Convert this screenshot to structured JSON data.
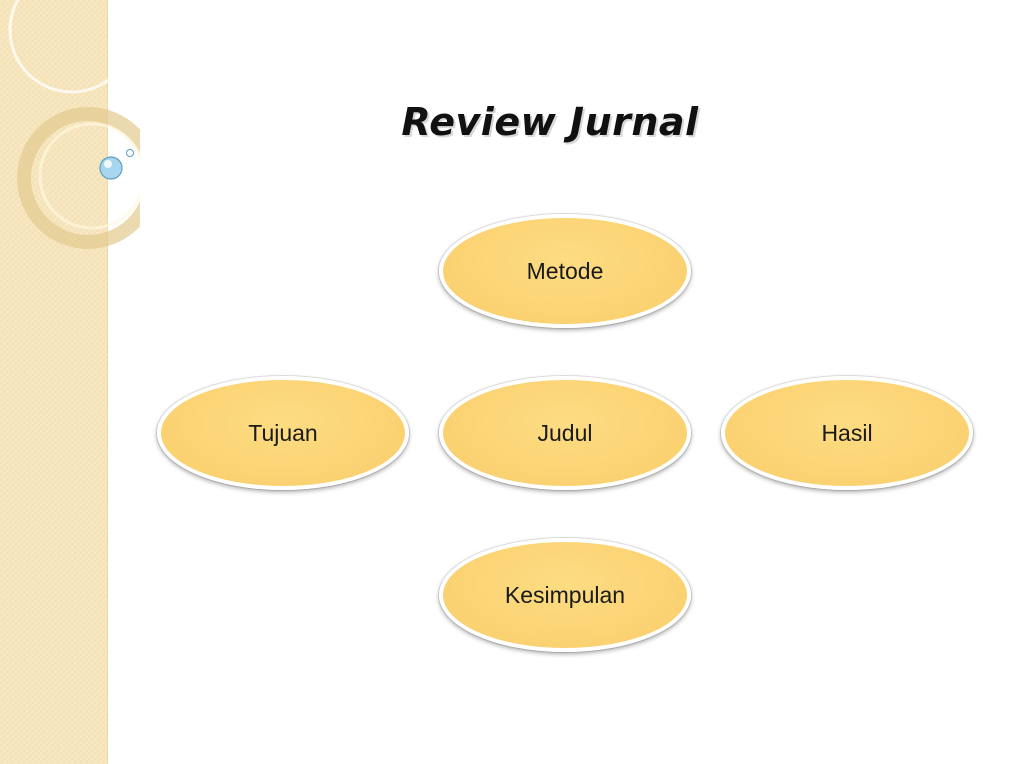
{
  "slide": {
    "title": "Review Jurnal"
  },
  "diagram": {
    "center": "Judul",
    "nodes": {
      "top": "Metode",
      "left": "Tujuan",
      "right": "Hasil",
      "bottom": "Kesimpulan"
    }
  },
  "colors": {
    "node_fill": "#fbd272",
    "node_border": "#ffffff",
    "side_band": "#f7e6bd",
    "background": "#ffffff"
  }
}
